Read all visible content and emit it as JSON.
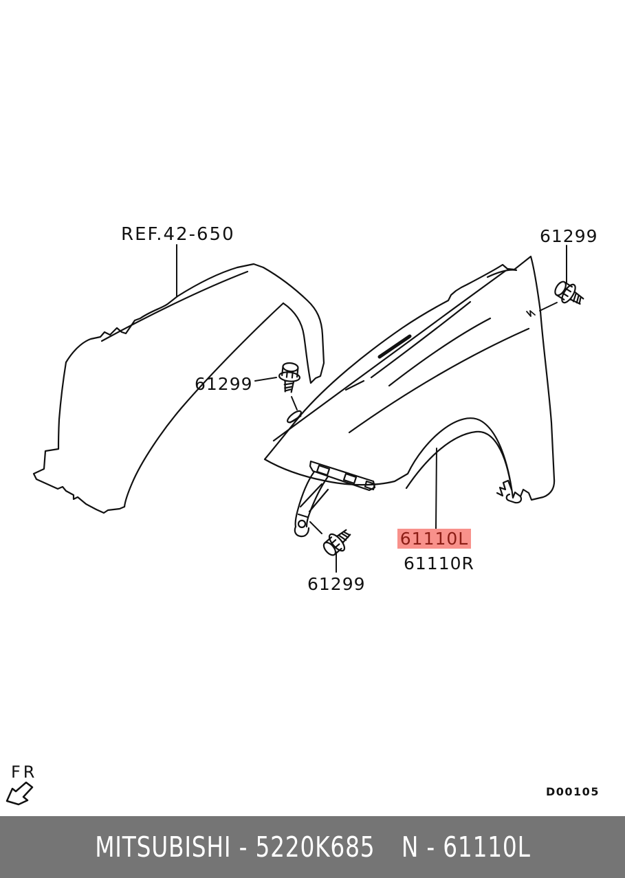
{
  "labels": {
    "ref": "REF.42-650",
    "bolt_left": "61299",
    "bolt_top_right": "61299",
    "bolt_bottom": "61299",
    "fender_left": "61110L",
    "fender_right": "61110R",
    "direction": "FR",
    "drawing_code": "D00105"
  },
  "highlight": {
    "background": "#f8918b",
    "text_color": "#8b1d15",
    "highlighted_part": "61110L"
  },
  "footer": {
    "left_text": "MITSUBISHI - 5220K685",
    "right_text": "N - 61110L",
    "background": "#757575",
    "text_color": "#ffffff"
  }
}
